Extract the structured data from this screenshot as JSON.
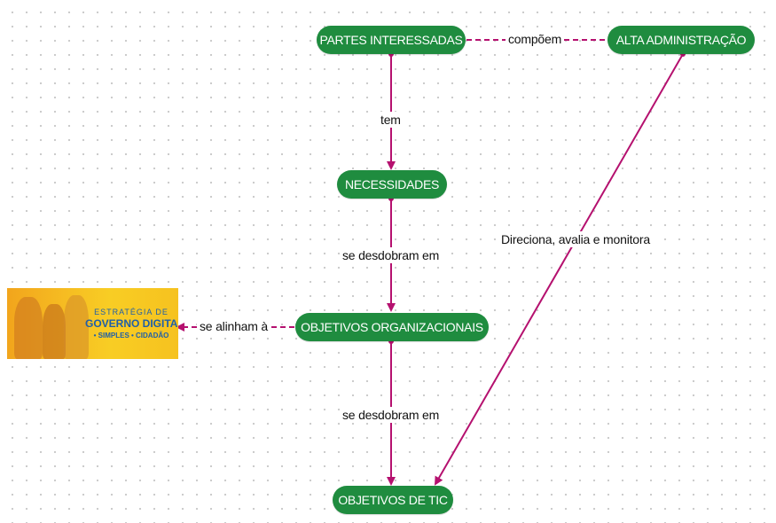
{
  "nodes": {
    "partes_interessadas": "PARTES INTERESSADAS",
    "alta_administracao": "ALTA ADMINISTRAÇÃO",
    "necessidades": "NECESSIDADES",
    "objetivos_organizacionais": "OBJETIVOS ORGANIZACIONAIS",
    "objetivos_de_tic": "OBJETIVOS DE TIC"
  },
  "edges": {
    "compoem": "compõem",
    "tem": "tem",
    "se_desdobram_em_1": "se desdobram em",
    "se_desdobram_em_2": "se desdobram em",
    "se_alinham_a": "se alinham à",
    "direciona": "Direciona, avalia e monitora"
  },
  "banner": {
    "line1": "ESTRATÉGIA DE",
    "line2": "GOVERNO DIGITAL",
    "line3": "• SIMPLES • CIDADÃO"
  },
  "colors": {
    "node_fill": "#1f8c3f",
    "connector": "#b5116f",
    "banner_yellow": "#f8cd24",
    "banner_text_blue": "#1f5fa8"
  }
}
